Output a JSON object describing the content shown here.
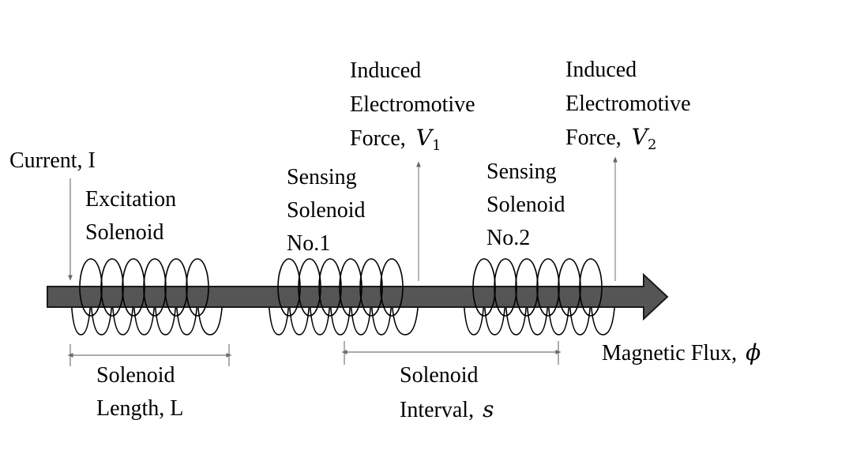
{
  "labels": {
    "current": "Current, I",
    "excitation_line1": "Excitation",
    "excitation_line2": "Solenoid",
    "sensing1_line1": "Sensing",
    "sensing1_line2": "Solenoid",
    "sensing1_line3": "No.1",
    "sensing2_line1": "Sensing",
    "sensing2_line2": "Solenoid",
    "sensing2_line3": "No.2",
    "induced1_line1": "Induced",
    "induced1_line2": "Electromotive",
    "induced1_line3": "Force, ",
    "induced1_symbol": "V",
    "induced1_sub": "1",
    "induced2_line1": "Induced",
    "induced2_line2": "Electromotive",
    "induced2_line3": "Force, ",
    "induced2_symbol": "V",
    "induced2_sub": "2",
    "length_line1": "Solenoid",
    "length_line2": "Length, L",
    "interval_line1": "Solenoid",
    "interval_line2": "Interval, ",
    "interval_symbol": "s",
    "flux": "Magnetic Flux, ",
    "flux_symbol": "ϕ"
  },
  "colors": {
    "arrow_fill": "#555555",
    "arrow_stroke": "#1a1a1a",
    "coil": "#000000",
    "thin_line": "#888888"
  }
}
